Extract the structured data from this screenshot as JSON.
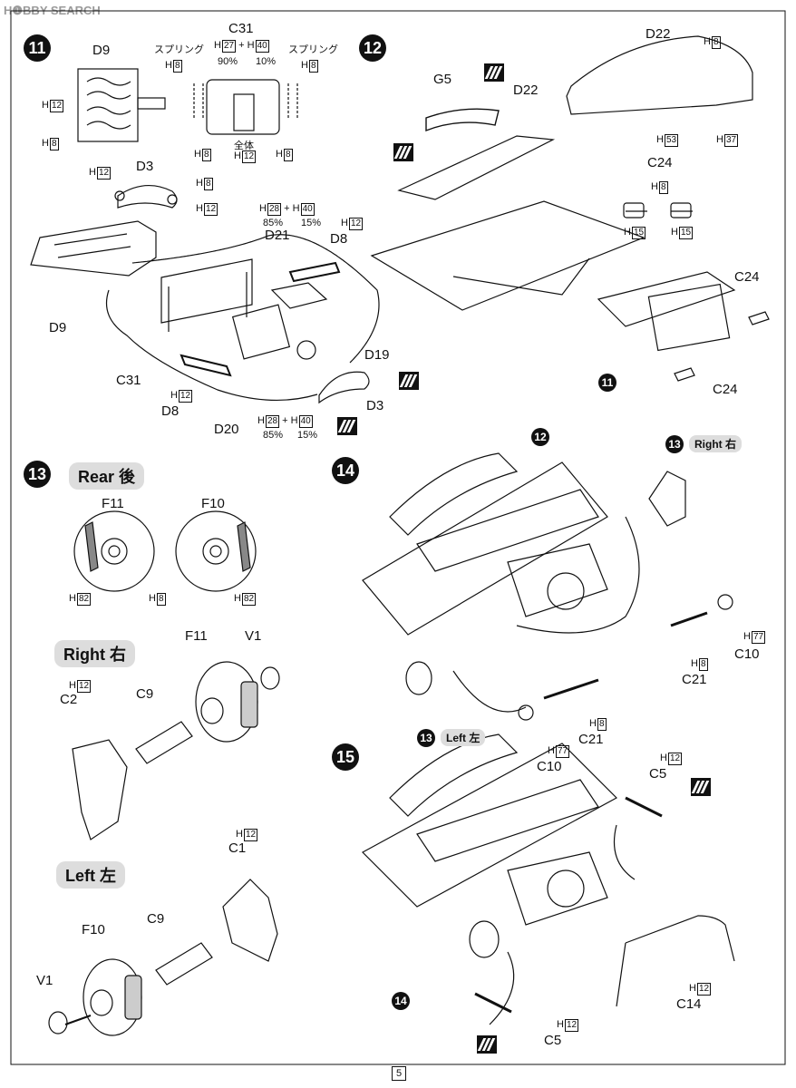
{
  "watermark": "H❶BBY SEARCH",
  "page_number": "5",
  "steps": {
    "s11": "11",
    "s12": "12",
    "s13": "13",
    "s14": "14",
    "s15": "15"
  },
  "step11": {
    "d9_top": "D9",
    "c31": "C31",
    "c31_mix": {
      "a": "H",
      "a_box": "27",
      "plus": "+",
      "b": "H",
      "b_box": "40"
    },
    "c31_pct_a": "90%",
    "c31_pct_b": "10%",
    "spring_left": "スプリング",
    "spring_right": "スプリング",
    "zentai": "全体",
    "d3": "D3",
    "d21": "D21",
    "d21_mix": {
      "a": "H",
      "a_box": "28",
      "plus": "+",
      "b": "H",
      "b_box": "40"
    },
    "d21_pct_a": "85%",
    "d21_pct_b": "15%",
    "d8_top": "D8",
    "d9": "D9",
    "c31_b": "C31",
    "d8": "D8",
    "d19": "D19",
    "d3_b": "D3",
    "d20": "D20",
    "d20_mix": {
      "a": "H",
      "a_box": "28",
      "plus": "+",
      "b": "H",
      "b_box": "40"
    },
    "d20_pct_a": "85%",
    "d20_pct_b": "15%"
  },
  "step12": {
    "d22": "D22",
    "g5": "G5",
    "d22_b": "D22",
    "c24": "C24",
    "c24_r": "C24",
    "c24_b": "C24",
    "sub11": "11"
  },
  "step13": {
    "rear": "Rear 後",
    "f11": "F11",
    "f10": "F10",
    "right": "Right 右",
    "f11_b": "F11",
    "v1": "V1",
    "c2": "C2",
    "c9": "C9",
    "left": "Left 左",
    "c1": "C1",
    "f10_b": "F10",
    "c9_b": "C9",
    "v1_b": "V1"
  },
  "step14": {
    "sub12": "12",
    "sub13_r": "13",
    "right": "Right 右",
    "c21": "C21",
    "c10": "C10",
    "sub13_l": "13",
    "left": "Left 左",
    "c21_b": "C21",
    "c10_b": "C10"
  },
  "step15": {
    "c5": "C5",
    "c14": "C14",
    "sub14": "14",
    "c5_b": "C5"
  },
  "color_codes": {
    "h8": "8",
    "h12": "12",
    "h15": "15",
    "h37": "37",
    "h53": "53",
    "h77": "77",
    "h82": "82"
  },
  "h_letter": "H"
}
